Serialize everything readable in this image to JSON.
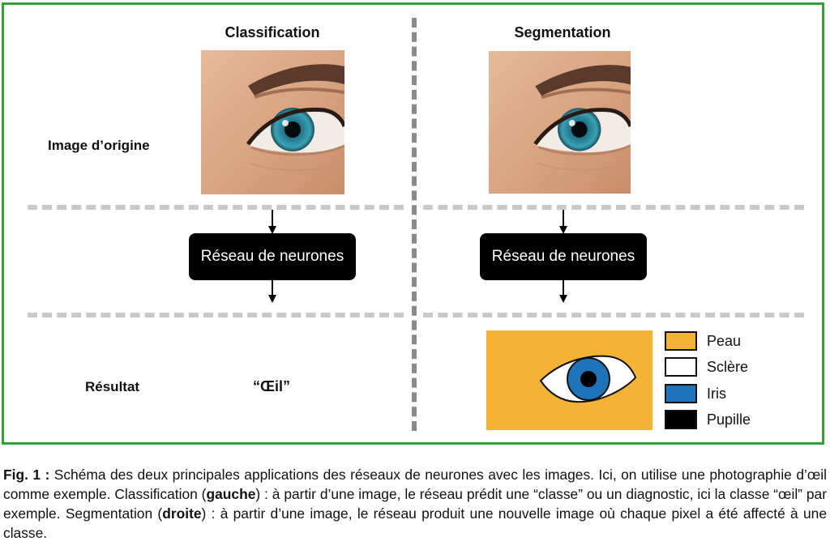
{
  "columns": {
    "classification_title": "Classification",
    "segmentation_title": "Segmentation"
  },
  "rows": {
    "origin_label": "Image d’origine",
    "result_label": "Résultat"
  },
  "network_label": "Réseau de neurones",
  "classification_result": "“Œil”",
  "legend": [
    {
      "label": "Peau",
      "color": "#f5b335"
    },
    {
      "label": "Sclère",
      "color": "#ffffff"
    },
    {
      "label": "Iris",
      "color": "#1f73b8"
    },
    {
      "label": "Pupille",
      "color": "#000000"
    }
  ],
  "colors": {
    "frame": "#3a9d3a",
    "skin": "#f5b335",
    "sclera": "#ffffff",
    "iris": "#1f73b8",
    "pupil": "#000000"
  },
  "caption": {
    "fig_label": "Fig. 1 :",
    "part1": " Schéma des deux principales applications des réseaux de neurones avec les images. Ici, on utilise une photographie d’œil comme exemple. Classification (",
    "left_word": "gauche",
    "part2": ") : à partir d’une image, le réseau prédit une “classe” ou un diagnostic, ici la classe “œil” par exemple. Segmentation (",
    "right_word": "droite",
    "part3": ") : à partir d’une image, le réseau produit une nouvelle image où chaque pixel a été affecté à une classe."
  }
}
